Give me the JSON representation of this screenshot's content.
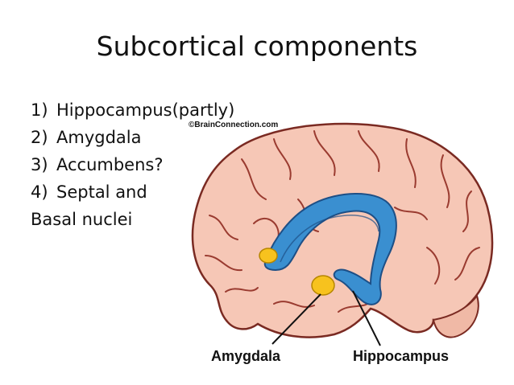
{
  "slide": {
    "title": "Subcortical components",
    "items": [
      {
        "num": "1)",
        "text": "Hippocampus(partly)"
      },
      {
        "num": "2)",
        "text": "Amygdala"
      },
      {
        "num": "3)",
        "text": "Accumbens?"
      },
      {
        "num": "4)",
        "text": "Septal and"
      }
    ],
    "continuation": "Basal nuclei"
  },
  "figure": {
    "copyright": "©BrainConnection.com",
    "label_amygdala": "Amygdala",
    "label_hippocampus": "Hippocampus",
    "colors": {
      "brain_fill": "#f6c7b6",
      "brain_outline": "#7a2a22",
      "hippocampus": "#3a8fd0",
      "amygdala": "#f7c21e"
    }
  }
}
